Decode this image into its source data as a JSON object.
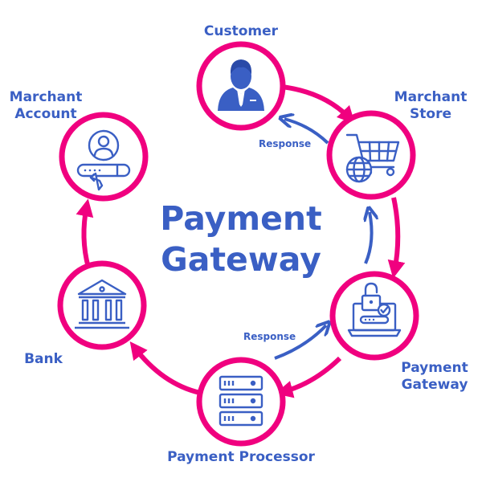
{
  "title": "Payment Gateway",
  "title_lines": [
    "Payment",
    "Gateway"
  ],
  "colors": {
    "ring": "#f0007f",
    "accent": "#3a5fc4",
    "background": "#ffffff"
  },
  "nodes": [
    {
      "id": "customer",
      "label": "Customer",
      "icon": "customer-icon"
    },
    {
      "id": "merchant-store",
      "label_lines": [
        "Marchant",
        "Store"
      ],
      "icon": "shopping-cart-globe-icon"
    },
    {
      "id": "payment-gateway",
      "label_lines": [
        "Payment",
        "Gateway"
      ],
      "icon": "laptop-lock-icon"
    },
    {
      "id": "payment-processor",
      "label": "Payment Processor",
      "icon": "server-icon"
    },
    {
      "id": "bank",
      "label": "Bank",
      "icon": "bank-icon"
    },
    {
      "id": "merchant-account",
      "label_lines": [
        "Marchant",
        "Account"
      ],
      "icon": "user-account-login-icon"
    }
  ],
  "responses": [
    {
      "from": "merchant-store",
      "to": "customer",
      "label": "Response"
    },
    {
      "from": "payment-processor",
      "to": "payment-gateway",
      "label": "Response"
    }
  ]
}
